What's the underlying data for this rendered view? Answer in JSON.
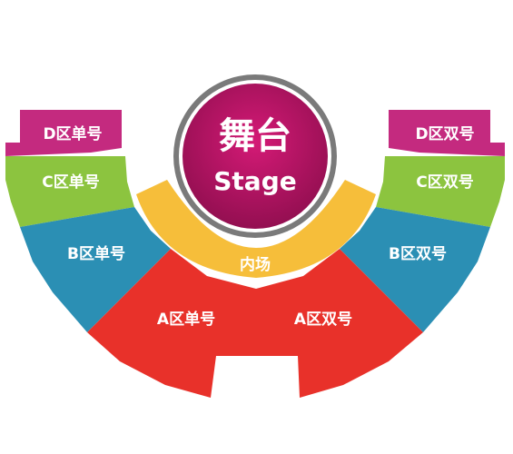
{
  "stage": {
    "title_cn": "舞台",
    "title_en": "Stage"
  },
  "zones": {
    "inner": "内场",
    "a_odd": "A区单号",
    "a_even": "A区双号",
    "b_odd": "B区单号",
    "b_even": "B区双号",
    "c_odd": "C区单号",
    "c_even": "C区双号",
    "d_odd": "D区单号",
    "d_even": "D区双号"
  },
  "colors": {
    "zone_a": "#e8312a",
    "zone_b": "#2b8fb4",
    "zone_c": "#8cc43f",
    "zone_d": "#c42a7f",
    "inner": "#f6be3a",
    "stage_ring": "#7a7a7a",
    "stage_fill": "#b0105e"
  }
}
